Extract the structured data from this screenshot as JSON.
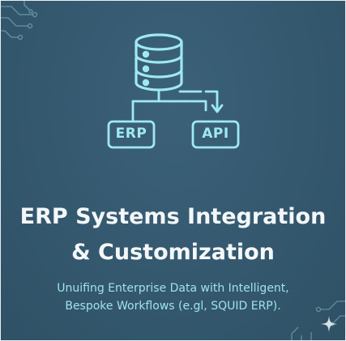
{
  "diagram": {
    "left_box_label": "ERP",
    "right_box_label": "API",
    "top_icon": "database-icon"
  },
  "heading": {
    "line1": "ERP Systems Integration",
    "line2": "& Customization"
  },
  "subheading": {
    "line1": "Unuifing Enterprise Data with Intelligent,",
    "line2": "Bespoke Workflows (e.gl, SQUID ERP)."
  },
  "colors": {
    "background": "#355a70",
    "accent": "#9fe9f0",
    "title": "#f4f7f9"
  },
  "decor_icons": [
    "circuit-trace-icon",
    "sparkle-icon"
  ]
}
